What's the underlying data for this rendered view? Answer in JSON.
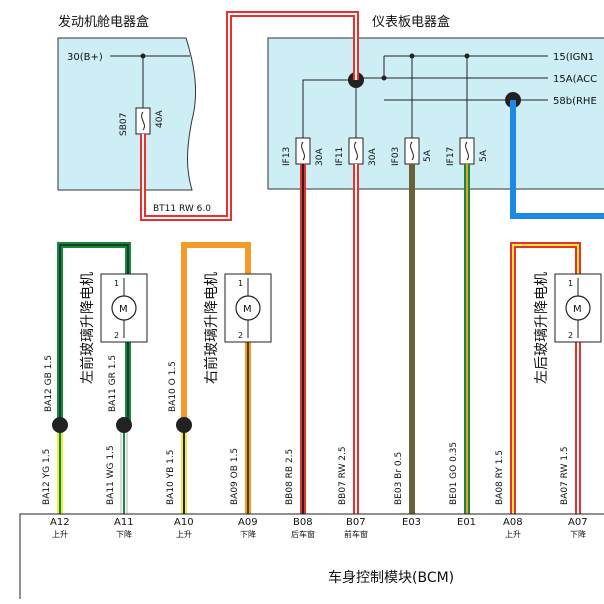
{
  "engine_box": {
    "title": "发动机舱电器盒",
    "bus_label": "30(B+)",
    "fuse_id": "SB07",
    "fuse_rating": "40A"
  },
  "dash_box": {
    "title": "仪表板电器盒",
    "buses": [
      "15(IGN1",
      "15A(ACC",
      "58b(RHE"
    ],
    "fuses": [
      {
        "id": "IF13",
        "rating": "30A"
      },
      {
        "id": "IF11",
        "rating": "30A"
      },
      {
        "id": "IF03",
        "rating": "5A"
      },
      {
        "id": "IF17",
        "rating": "5A"
      }
    ]
  },
  "link_wire": "BT11 RW 6.0",
  "motors": [
    {
      "label": "左前玻璃升降电机",
      "pin_top": "1",
      "pin_bottom": "2",
      "symbol": "M"
    },
    {
      "label": "右前玻璃升降电机",
      "pin_top": "1",
      "pin_bottom": "2",
      "symbol": "M"
    },
    {
      "label": "左后玻璃升降电机",
      "pin_top": "1",
      "pin_bottom": "2",
      "symbol": "M"
    }
  ],
  "motor_wires": [
    "BA12 GB 1.5",
    "BA11 GR 1.5",
    "BA10 O 1.5"
  ],
  "bcm_wires": [
    "BA12 YG 1.5",
    "BA11 WG 1.5",
    "BA10 YB 1.5",
    "BA09 OB 1.5",
    "BB08 RB 2.5",
    "BB07 RW 2.5",
    "BE03 Br 0.5",
    "BE01 GO 0.35",
    "BA08 RY 1.5",
    "BA07 RW 1.5"
  ],
  "pins": [
    {
      "id": "A12",
      "desc": "上升"
    },
    {
      "id": "A11",
      "desc": "下降"
    },
    {
      "id": "A10",
      "desc": "上升"
    },
    {
      "id": "A09",
      "desc": "下降"
    },
    {
      "id": "B08",
      "desc": "后车窗"
    },
    {
      "id": "B07",
      "desc": "前车窗"
    },
    {
      "id": "E03",
      "desc": ""
    },
    {
      "id": "E01",
      "desc": ""
    },
    {
      "id": "A08",
      "desc": "上升"
    },
    {
      "id": "A07",
      "desc": "下降"
    }
  ],
  "bcm_title": "车身控制模块(BCM)",
  "colors": {
    "box_fill": "#cdeef5",
    "red": "#e8302f",
    "green": "#138a3d",
    "yellow": "#f2ea3c",
    "orange": "#f39a2a",
    "brown": "#6b6035",
    "blue": "#1e88e5"
  }
}
